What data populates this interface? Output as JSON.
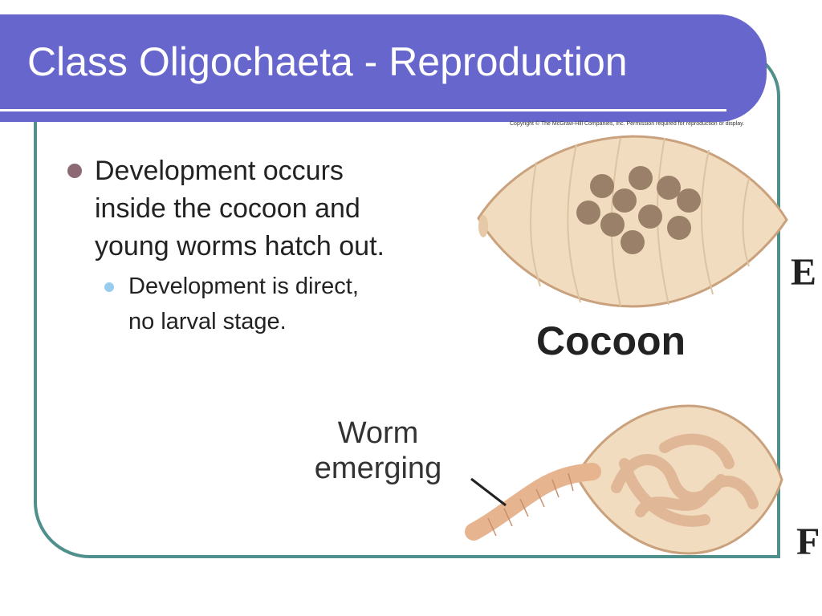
{
  "slide": {
    "title": "Class Oligochaeta - Reproduction",
    "credit": "Copyright © The McGraw-Hill Companies, Inc. Permission required for reproduction or display.",
    "bullet_main": "Development occurs inside the cocoon and young worms hatch out.",
    "bullet_sub": "Development is direct, no larval stage."
  },
  "figure": {
    "cocoon_label": "Cocoon",
    "worm_label": "Worm emerging",
    "panel_e": "E",
    "panel_f": "F"
  },
  "colors": {
    "title_bar": "#6666cc",
    "frame": "#4f8f8c",
    "cocoon_fill": "#f1dcc0",
    "cocoon_stroke": "#c9a27d",
    "egg": "#9a8068",
    "worm": "#e6b48f"
  }
}
